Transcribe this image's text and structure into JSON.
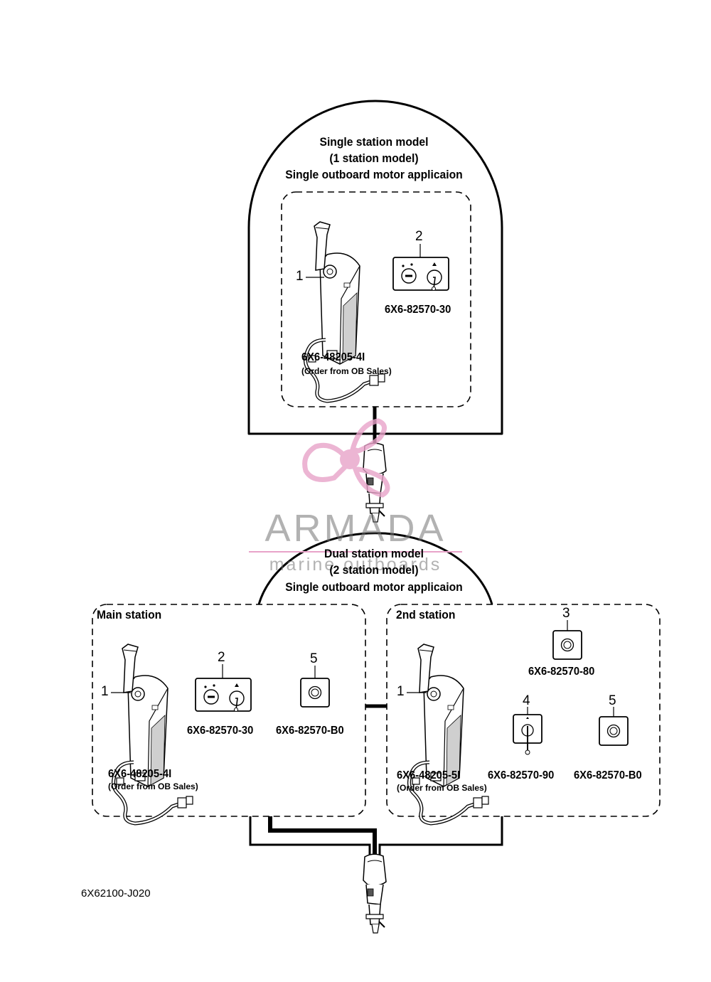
{
  "single_station": {
    "title_line1": "Single station model",
    "title_line2": "(1 station model)",
    "title_line3": "Single outboard motor applicaion",
    "items": [
      {
        "callout": "1",
        "part_number": "6X6-48205-4I",
        "note": "(Order from OB Sales)"
      },
      {
        "callout": "2",
        "part_number": "6X6-82570-30"
      }
    ]
  },
  "dual_station": {
    "title_line1": "Dual station model",
    "title_line2": "(2 station model)",
    "title_line3": "Single outboard motor applicaion",
    "main_station": {
      "label": "Main station",
      "items": [
        {
          "callout": "1",
          "part_number": "6X6-48205-4I",
          "note": "(Order from OB Sales)"
        },
        {
          "callout": "2",
          "part_number": "6X6-82570-30"
        },
        {
          "callout": "5",
          "part_number": "6X6-82570-B0"
        }
      ]
    },
    "second_station": {
      "label": "2nd station",
      "items": [
        {
          "callout": "1",
          "part_number": "6X6-48205-5I",
          "note": "(Order from OB Sales)"
        },
        {
          "callout": "3",
          "part_number": "6X6-82570-80"
        },
        {
          "callout": "4",
          "part_number": "6X6-82570-90"
        },
        {
          "callout": "5",
          "part_number": "6X6-82570-B0"
        }
      ]
    }
  },
  "figure_code": "6X62100-J020",
  "watermark": {
    "brand": "ARMADA",
    "tagline": "marine outboards"
  },
  "colors": {
    "line": "#000000",
    "watermark_pink": "#e8a3c9",
    "watermark_gray": "#737373"
  }
}
